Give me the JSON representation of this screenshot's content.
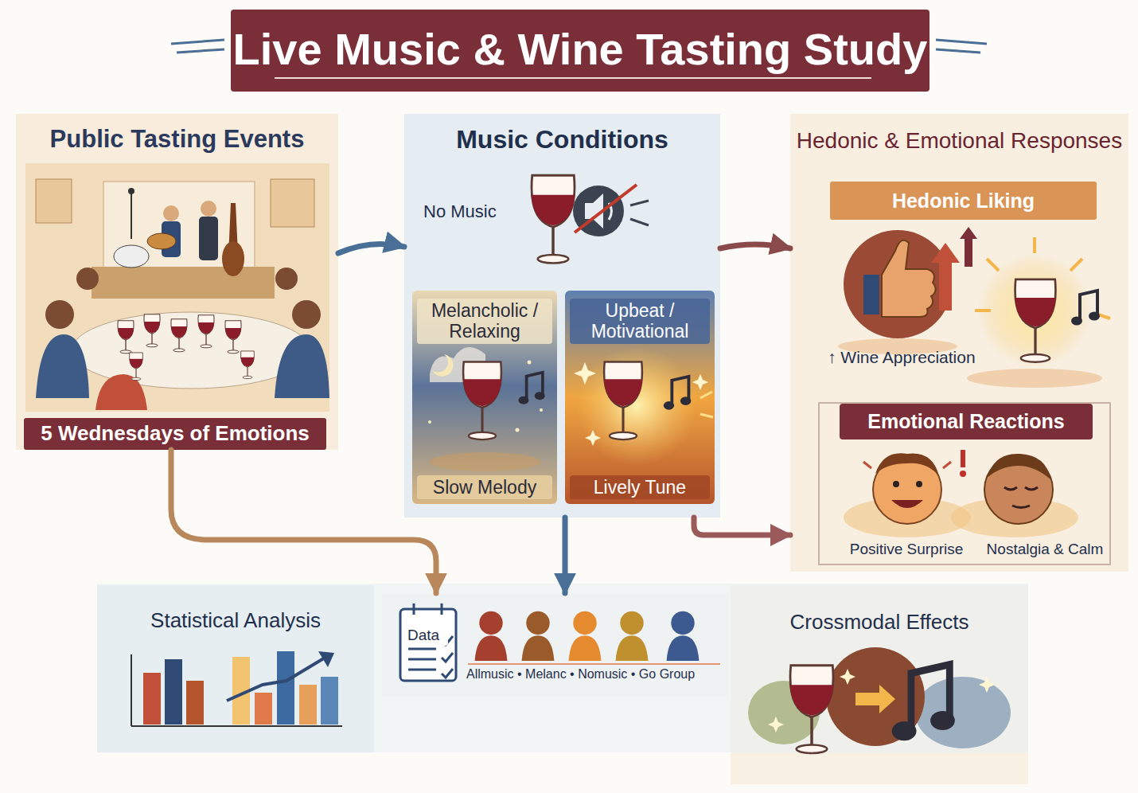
{
  "diagram": {
    "title": "Live Music & Wine Tasting Study",
    "nodes": [
      {
        "text": [
          "Public Tasting Events"
        ]
      },
      {
        "text": [
          "5 Wednesdays of Emotions"
        ],
        "in": 0
      },
      {
        "text": [
          "Music Conditions"
        ]
      },
      {
        "text": [
          "No Music"
        ],
        "in": 2
      },
      {
        "text": [
          "Melancholic / Relaxing",
          "Slow Melody"
        ],
        "in": 2
      },
      {
        "text": [
          "Upbeat / Motivational",
          "Lively Tune"
        ],
        "in": 2
      },
      {
        "text": [
          "Hedonic & Emotional Responses"
        ]
      },
      {
        "text": [
          "Hedonic Liking"
        ],
        "in": 6
      },
      {
        "text": [
          "Emotional Reactions",
          "Positive Surprise",
          "Nostalgia & Calm"
        ],
        "in": 6
      },
      {
        "text": [
          "Statistical Analysis"
        ]
      },
      {
        "text": [
          "Data",
          "Allmusic • Melanc • Nomusic • Go Group"
        ]
      },
      {
        "text": [
          "Crossmodal Effects"
        ]
      }
    ],
    "edges": [
      {
        "from": 0,
        "to": 2,
        "arrow": "to"
      },
      {
        "from": 0,
        "to": 10,
        "arrow": "to"
      },
      {
        "from": 2,
        "to": 10,
        "arrow": "to"
      },
      {
        "from": 2,
        "to": 6,
        "arrow": "to"
      },
      {
        "from": 2,
        "to": 6,
        "arrow": "to"
      }
    ],
    "labels": [
      "↑ Wine Appreciation"
    ]
  }
}
